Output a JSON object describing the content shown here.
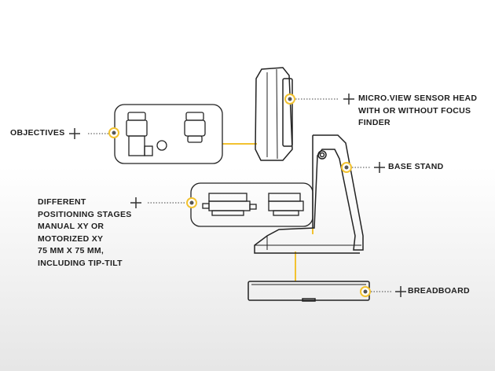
{
  "colors": {
    "accent": "#f2c230",
    "line": "#222222",
    "marker": "#555555"
  },
  "labels": {
    "objectives": [
      "OBJECTIVES"
    ],
    "sensor_head": [
      "MICRO.VIEW SENSOR HEAD",
      "WITH OR WITHOUT FOCUS",
      "FINDER"
    ],
    "base_stand": [
      "BASE STAND"
    ],
    "stages": [
      "DIFFERENT",
      "POSITIONING STAGES",
      "MANUAL XY OR",
      "MOTORIZED XY",
      "75 MM X 75 MM,",
      "INCLUDING TIP-TILT"
    ],
    "breadboard": [
      "BREADBOARD"
    ]
  }
}
